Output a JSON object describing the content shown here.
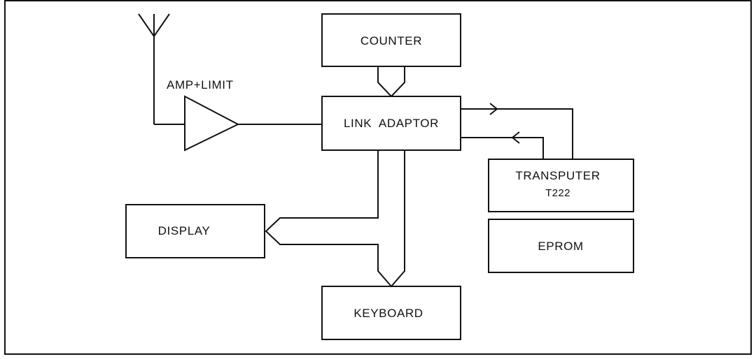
{
  "diagram": {
    "labels": {
      "amp_limit": "AMP+LIMIT",
      "counter": "COUNTER",
      "link_adaptor": "LINK  ADAPTOR",
      "transputer": "TRANSPUTER",
      "transputer_model": "T222",
      "eprom": "EPROM",
      "display": "DISPLAY",
      "keyboard": "KEYBOARD"
    },
    "colors": {
      "line": "#111111",
      "background": "#ffffff"
    },
    "icons": {
      "antenna": "antenna-icon",
      "amplifier": "amplifier-triangle-icon"
    }
  }
}
